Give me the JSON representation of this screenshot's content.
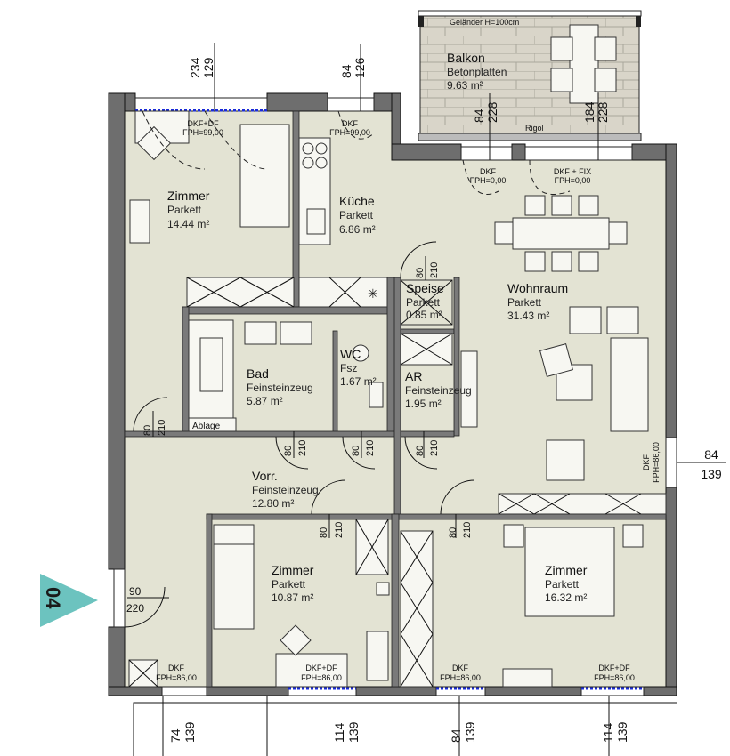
{
  "unit_badge": {
    "label": "04",
    "color": "#6cc3bf"
  },
  "balcony": {
    "name": "Balkon",
    "floor": "Betonplatten",
    "area": "9.63  m²",
    "railing": "Geländer  H=100cm",
    "gutter": "Rigol"
  },
  "rooms": [
    {
      "name": "Zimmer",
      "floor": "Parkett",
      "area": "14.44  m²"
    },
    {
      "name": "Küche",
      "floor": "Parkett",
      "area": "6.86  m²"
    },
    {
      "name": "Speise",
      "floor": "Parkett",
      "area": "0.85  m²"
    },
    {
      "name": "Wohnraum",
      "floor": "Parkett",
      "area": "31.43  m²"
    },
    {
      "name": "Bad",
      "floor": "Feinsteinzeug",
      "area": "5.87  m²"
    },
    {
      "name": "WC",
      "floor": "Fsz",
      "area": "1.67  m²"
    },
    {
      "name": "AR",
      "floor": "Feinsteinzeug",
      "area": "1.95  m²"
    },
    {
      "name": "Vorr.",
      "floor": "Feinsteinzeug",
      "area": "12.80  m²"
    },
    {
      "name": "Zimmer",
      "floor": "Parkett",
      "area": "10.87  m²"
    },
    {
      "name": "Zimmer",
      "floor": "Parkett",
      "area": "16.32  m²"
    }
  ],
  "bath_shelf": "Ablage",
  "windows": [
    {
      "type": "DKF+DF",
      "fph": "FPH=99,00",
      "width": "234",
      "height": "129"
    },
    {
      "type": "DKF",
      "fph": "FPH=99,00",
      "width": "84",
      "height": "126"
    },
    {
      "type": "DKF",
      "fph": "FPH=0,00",
      "width": "84",
      "height": "228"
    },
    {
      "type": "DKF + FIX",
      "fph": "FPH=0,00",
      "width": "184",
      "height": "228"
    },
    {
      "type": "DKF",
      "fph": "FPH=86,00",
      "width": "84",
      "height": "139"
    },
    {
      "type": "DKF",
      "fph": "FPH=86,00",
      "width": "74",
      "height": "139"
    },
    {
      "type": "DKF+DF",
      "fph": "FPH=86,00",
      "width": "114",
      "height": "139"
    },
    {
      "type": "DKF",
      "fph": "FPH=86,00",
      "width": "84",
      "height": "139"
    },
    {
      "type": "DKF+DF",
      "fph": "FPH=86,00",
      "width": "114",
      "height": "139"
    }
  ],
  "doors": [
    {
      "width": "80",
      "height": "210"
    },
    {
      "width": "80",
      "height": "210"
    },
    {
      "width": "80",
      "height": "210"
    },
    {
      "width": "80",
      "height": "210"
    },
    {
      "width": "80",
      "height": "210"
    },
    {
      "width": "80",
      "height": "210"
    },
    {
      "width": "80",
      "height": "210"
    }
  ],
  "entry_door": {
    "width": "90",
    "height": "220"
  }
}
